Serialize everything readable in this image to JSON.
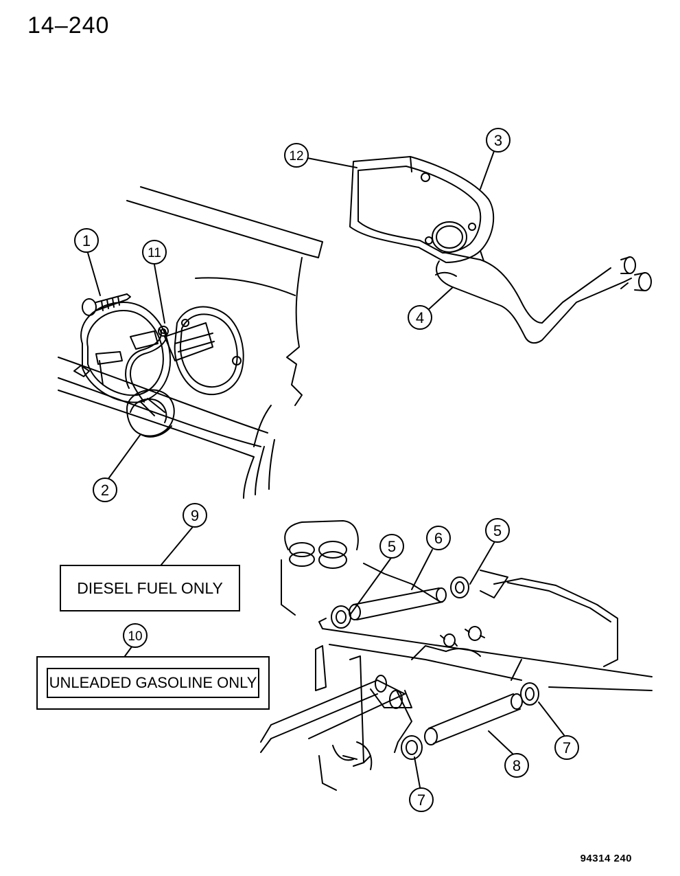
{
  "header": {
    "page_number": "14–240"
  },
  "footer": {
    "figure_code": "94314  240"
  },
  "labels": {
    "diesel": "DIESEL FUEL ONLY",
    "unleaded": "UNLEADED GASOLINE ONLY"
  },
  "callouts": [
    {
      "id": "c1",
      "number": "1"
    },
    {
      "id": "c2",
      "number": "2"
    },
    {
      "id": "c3",
      "number": "3"
    },
    {
      "id": "c4",
      "number": "4"
    },
    {
      "id": "c5a",
      "number": "5"
    },
    {
      "id": "c5b",
      "number": "5"
    },
    {
      "id": "c6",
      "number": "6"
    },
    {
      "id": "c7a",
      "number": "7"
    },
    {
      "id": "c7b",
      "number": "7"
    },
    {
      "id": "c8",
      "number": "8"
    },
    {
      "id": "c9",
      "number": "9"
    },
    {
      "id": "c10",
      "number": "10"
    },
    {
      "id": "c11",
      "number": "11"
    },
    {
      "id": "c12",
      "number": "12"
    }
  ],
  "colors": {
    "ink": "#000000",
    "paper": "#ffffff"
  }
}
